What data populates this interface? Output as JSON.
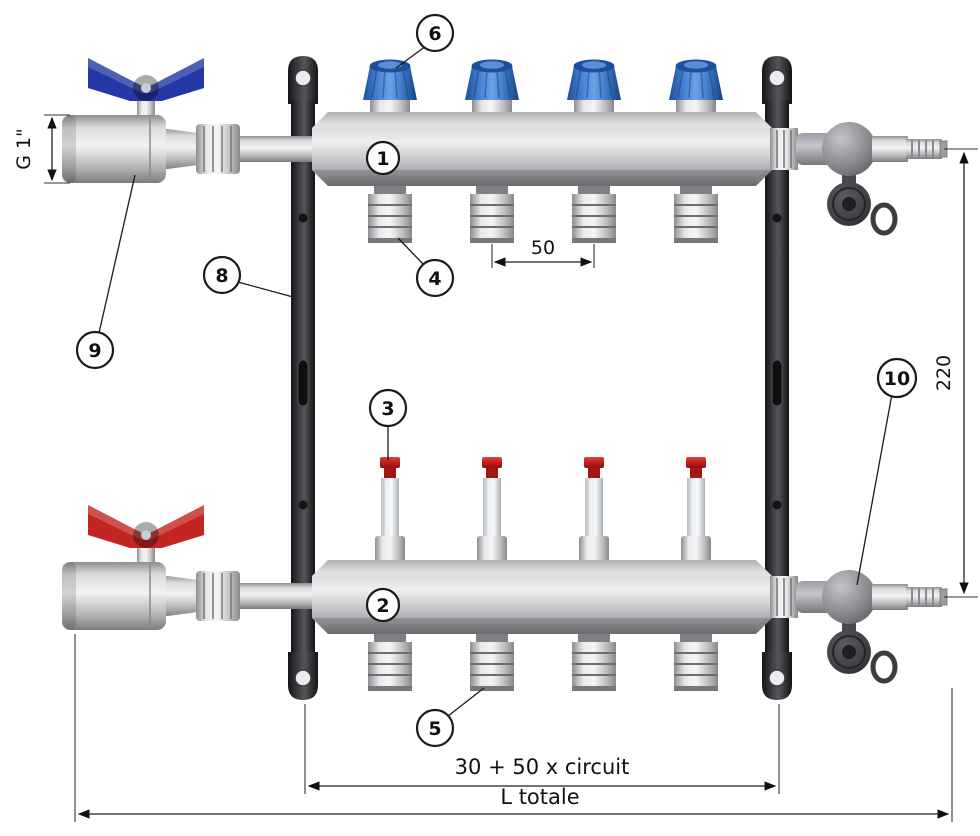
{
  "callouts": {
    "c1": "1",
    "c2": "2",
    "c3": "3",
    "c4": "4",
    "c5": "5",
    "c6": "6",
    "c8": "8",
    "c9": "9",
    "c10": "10"
  },
  "dimensions": {
    "inlet_thread": "G 1\"",
    "outlet_spacing": "50",
    "manifold_height": "220",
    "length_formula": "30 + 50 x circuit",
    "total_length": "L totale"
  },
  "colors": {
    "handle_blue": "#2437a6",
    "handle_red": "#c32522",
    "knob_blue": "#3e7cc9",
    "knob_blue_dark": "#1f4e9b",
    "knob_blue_light": "#5a8fd6",
    "meter_red_dark": "#a31616",
    "metal_light": "#f3f3f4",
    "metal_dark": "#8e8e90",
    "bracket_dark": "#2f2f33",
    "line_color": "#1a1a1a"
  }
}
